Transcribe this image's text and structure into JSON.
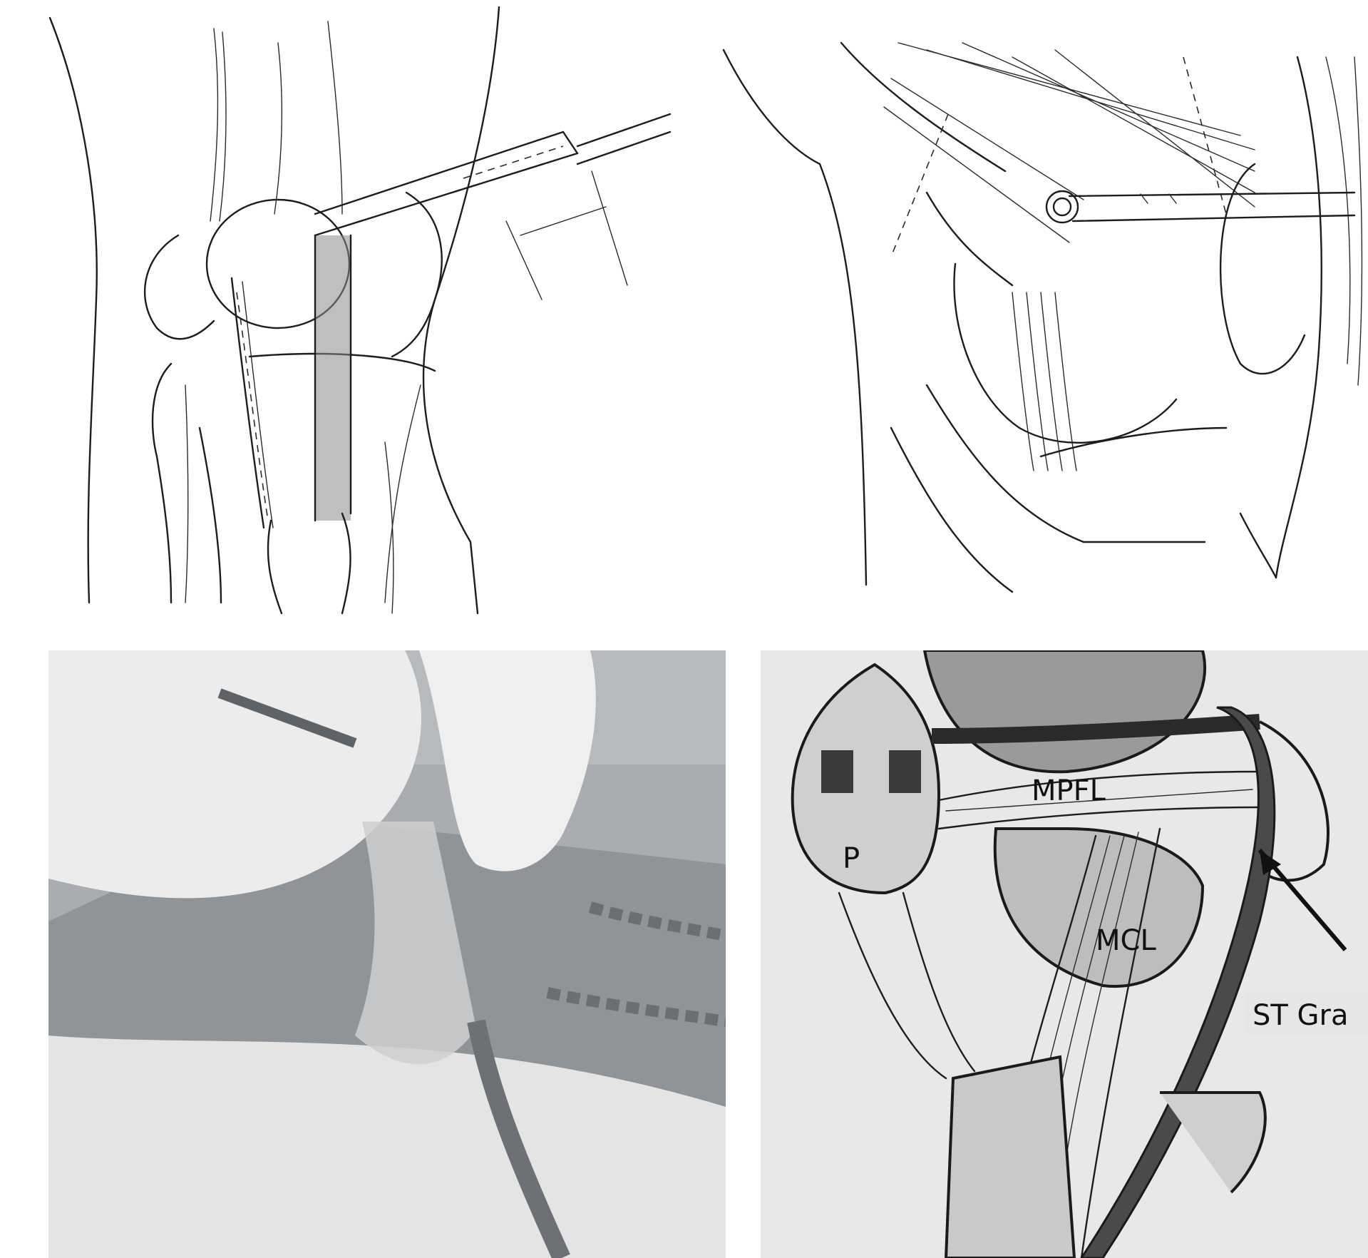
{
  "panels": [
    {
      "id": "anterior-knee-drawing"
    },
    {
      "id": "medial-knee-drawing"
    },
    {
      "id": "surgical-photo"
    },
    {
      "id": "annotated-sketch"
    }
  ],
  "labels": {
    "mpfl": "MPFL",
    "patella": "P",
    "mcl": "MCL",
    "graft": "ST Gra"
  }
}
